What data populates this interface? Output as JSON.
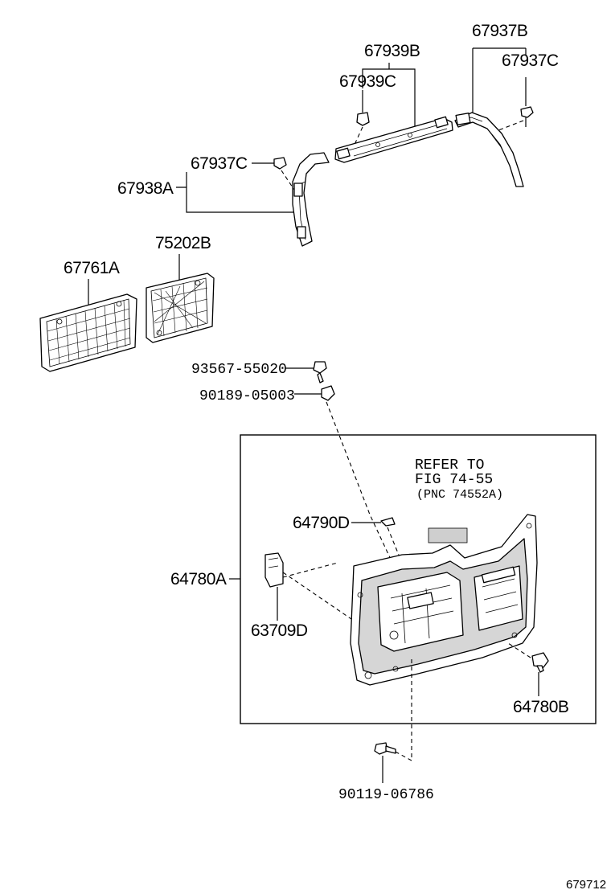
{
  "labels": {
    "p67937B": "67937B",
    "p67939B": "67939B",
    "p67937C_top": "67937C",
    "p67939C": "67939C",
    "p67937C_left": "67937C",
    "p67938A": "67938A",
    "p75202B": "75202B",
    "p67761A": "67761A",
    "p93567": "93567-55020",
    "p90189": "90189-05003",
    "p64790D": "64790D",
    "p64780A": "64780A",
    "p63709D": "63709D",
    "p64780B": "64780B",
    "p90119": "90119-06786"
  },
  "refer_note": {
    "line1": "REFER TO",
    "line2": "FIG 74-55",
    "line3": "(PNC 74552A)"
  },
  "figure_number": "679712"
}
